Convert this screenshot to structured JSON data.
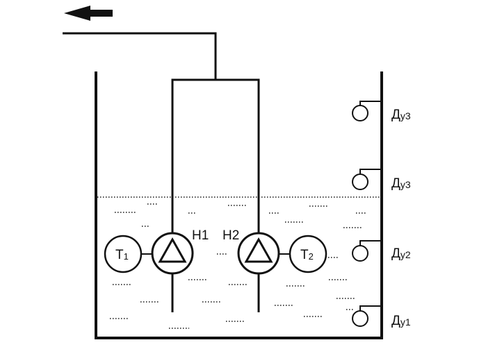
{
  "pumps": [
    {
      "id": "h1",
      "label": "Н1"
    },
    {
      "id": "h2",
      "label": "Н2"
    }
  ],
  "sensors": [
    {
      "id": "t1",
      "base": "Т",
      "sub": "1"
    },
    {
      "id": "t2",
      "base": "Т",
      "sub": "2"
    }
  ],
  "level_sensors": [
    {
      "id": "du3-top",
      "base": "Д",
      "sub": "у3"
    },
    {
      "id": "du3",
      "base": "Д",
      "sub": "у3"
    },
    {
      "id": "du2",
      "base": "Д",
      "sub": "у2"
    },
    {
      "id": "du1",
      "base": "Д",
      "sub": "у1"
    }
  ]
}
